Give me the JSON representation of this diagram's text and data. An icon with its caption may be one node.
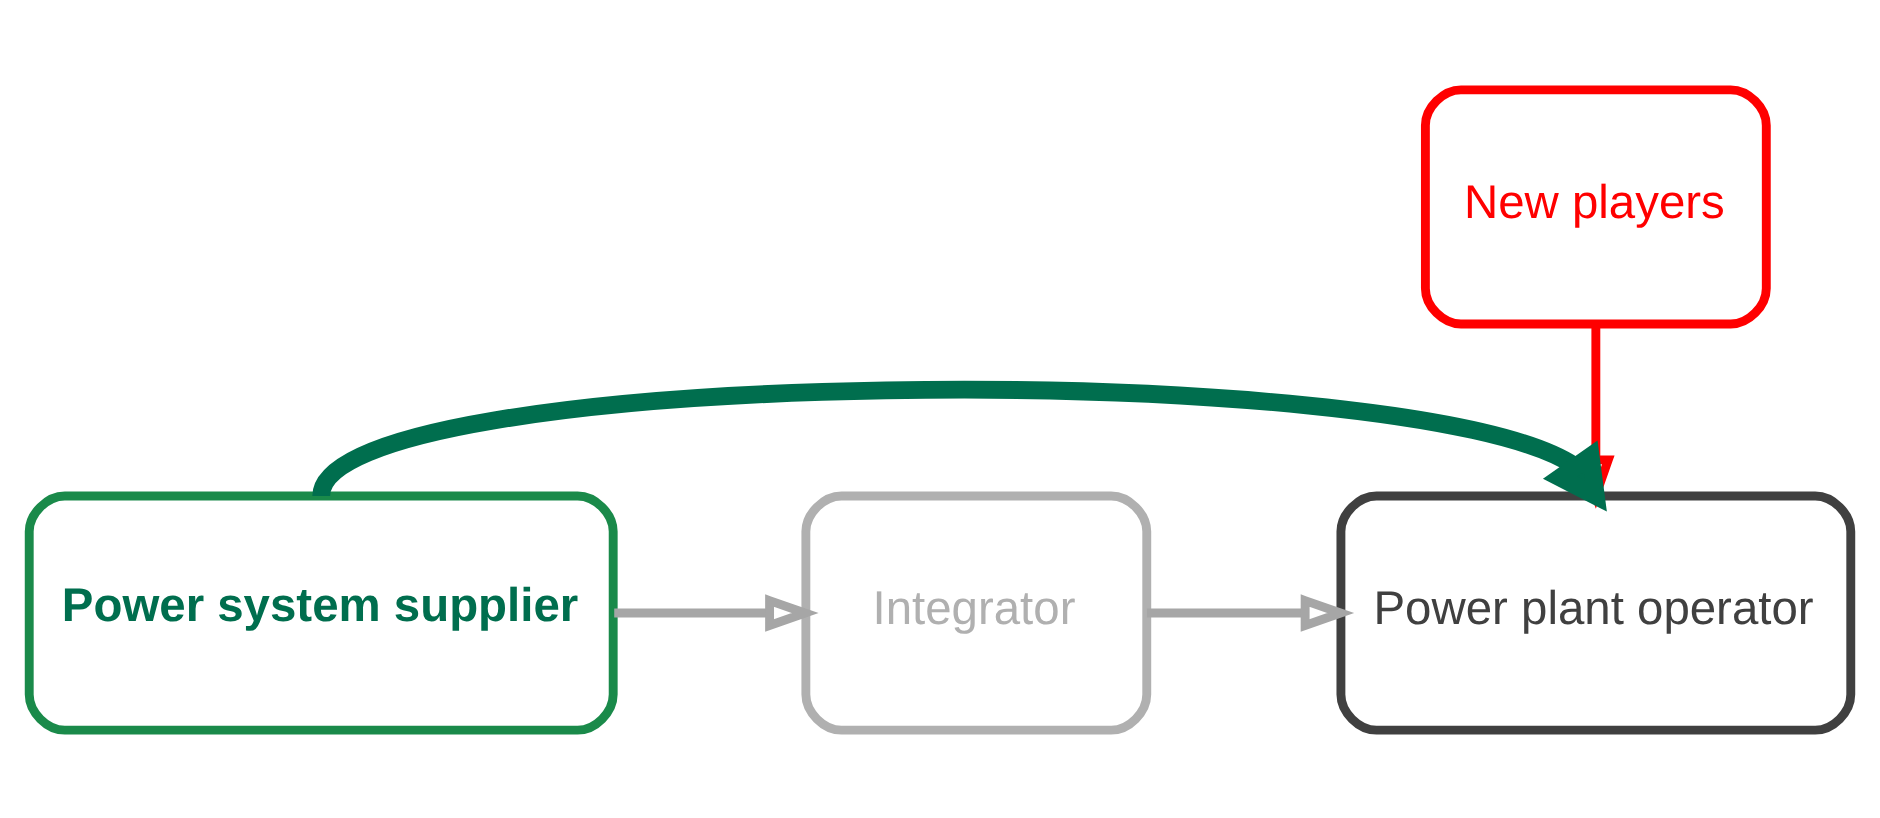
{
  "diagram": {
    "nodes": [
      {
        "text": [
          "New players"
        ]
      },
      {
        "text": [
          "Power system supplier"
        ]
      },
      {
        "text": [
          "Integrator"
        ]
      },
      {
        "text": [
          "Power plant operator"
        ]
      }
    ],
    "edges": [
      {
        "from": 1,
        "to": 2,
        "arrow": "to"
      },
      {
        "from": 2,
        "to": 3,
        "arrow": "to"
      },
      {
        "from": 0,
        "to": 3,
        "arrow": "to",
        "color": "#ff0000"
      },
      {
        "from": 1,
        "to": 3,
        "arrow": "to",
        "style": "thick",
        "color": "#006e4e"
      }
    ]
  }
}
